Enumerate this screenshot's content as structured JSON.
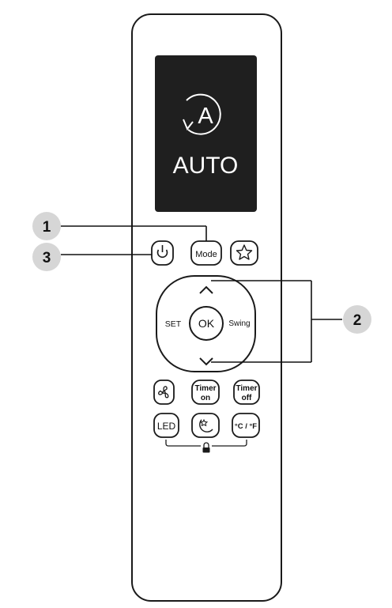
{
  "display": {
    "mode_symbol": "A",
    "mode_text": "AUTO"
  },
  "buttons": {
    "mode": "Mode",
    "set": "SET",
    "ok": "OK",
    "swing": "Swing",
    "timer_on_line1": "Timer",
    "timer_on_line2": "on",
    "timer_off_line1": "Timer",
    "timer_off_line2": "off",
    "led": "LED",
    "temp_unit": "°C / °F"
  },
  "callouts": {
    "one": "1",
    "two": "2",
    "three": "3"
  },
  "icons": [
    "power-icon",
    "star-icon",
    "fan-icon",
    "sleep-icon",
    "lock-icon",
    "arrow-up-icon",
    "arrow-down-icon",
    "auto-mode-icon"
  ]
}
